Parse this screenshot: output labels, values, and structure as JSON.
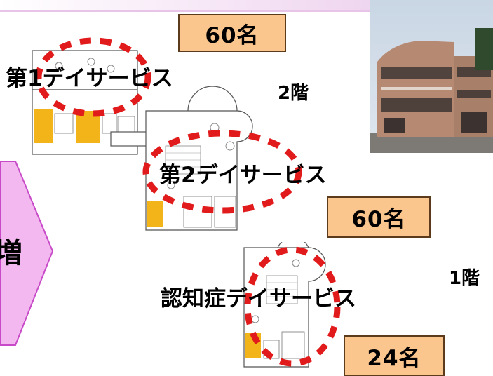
{
  "capacity_top": "60名",
  "capacity_mid": "60名",
  "capacity_bottom": "24名",
  "label_day1": "第1デイサービス",
  "label_day2": "第2デイサービス",
  "label_dementia": "認知症デイサービス",
  "floor_2": "2階",
  "floor_1": "1階",
  "side_char": "増",
  "colors": {
    "badge_fill": "#fbc68e",
    "badge_border": "#5b3b1c",
    "dash_red": "#e11b1b",
    "arrow_pink": "#f2b8ef",
    "arrow_border": "#c84ac8",
    "room_yellow": "#f2b418"
  }
}
